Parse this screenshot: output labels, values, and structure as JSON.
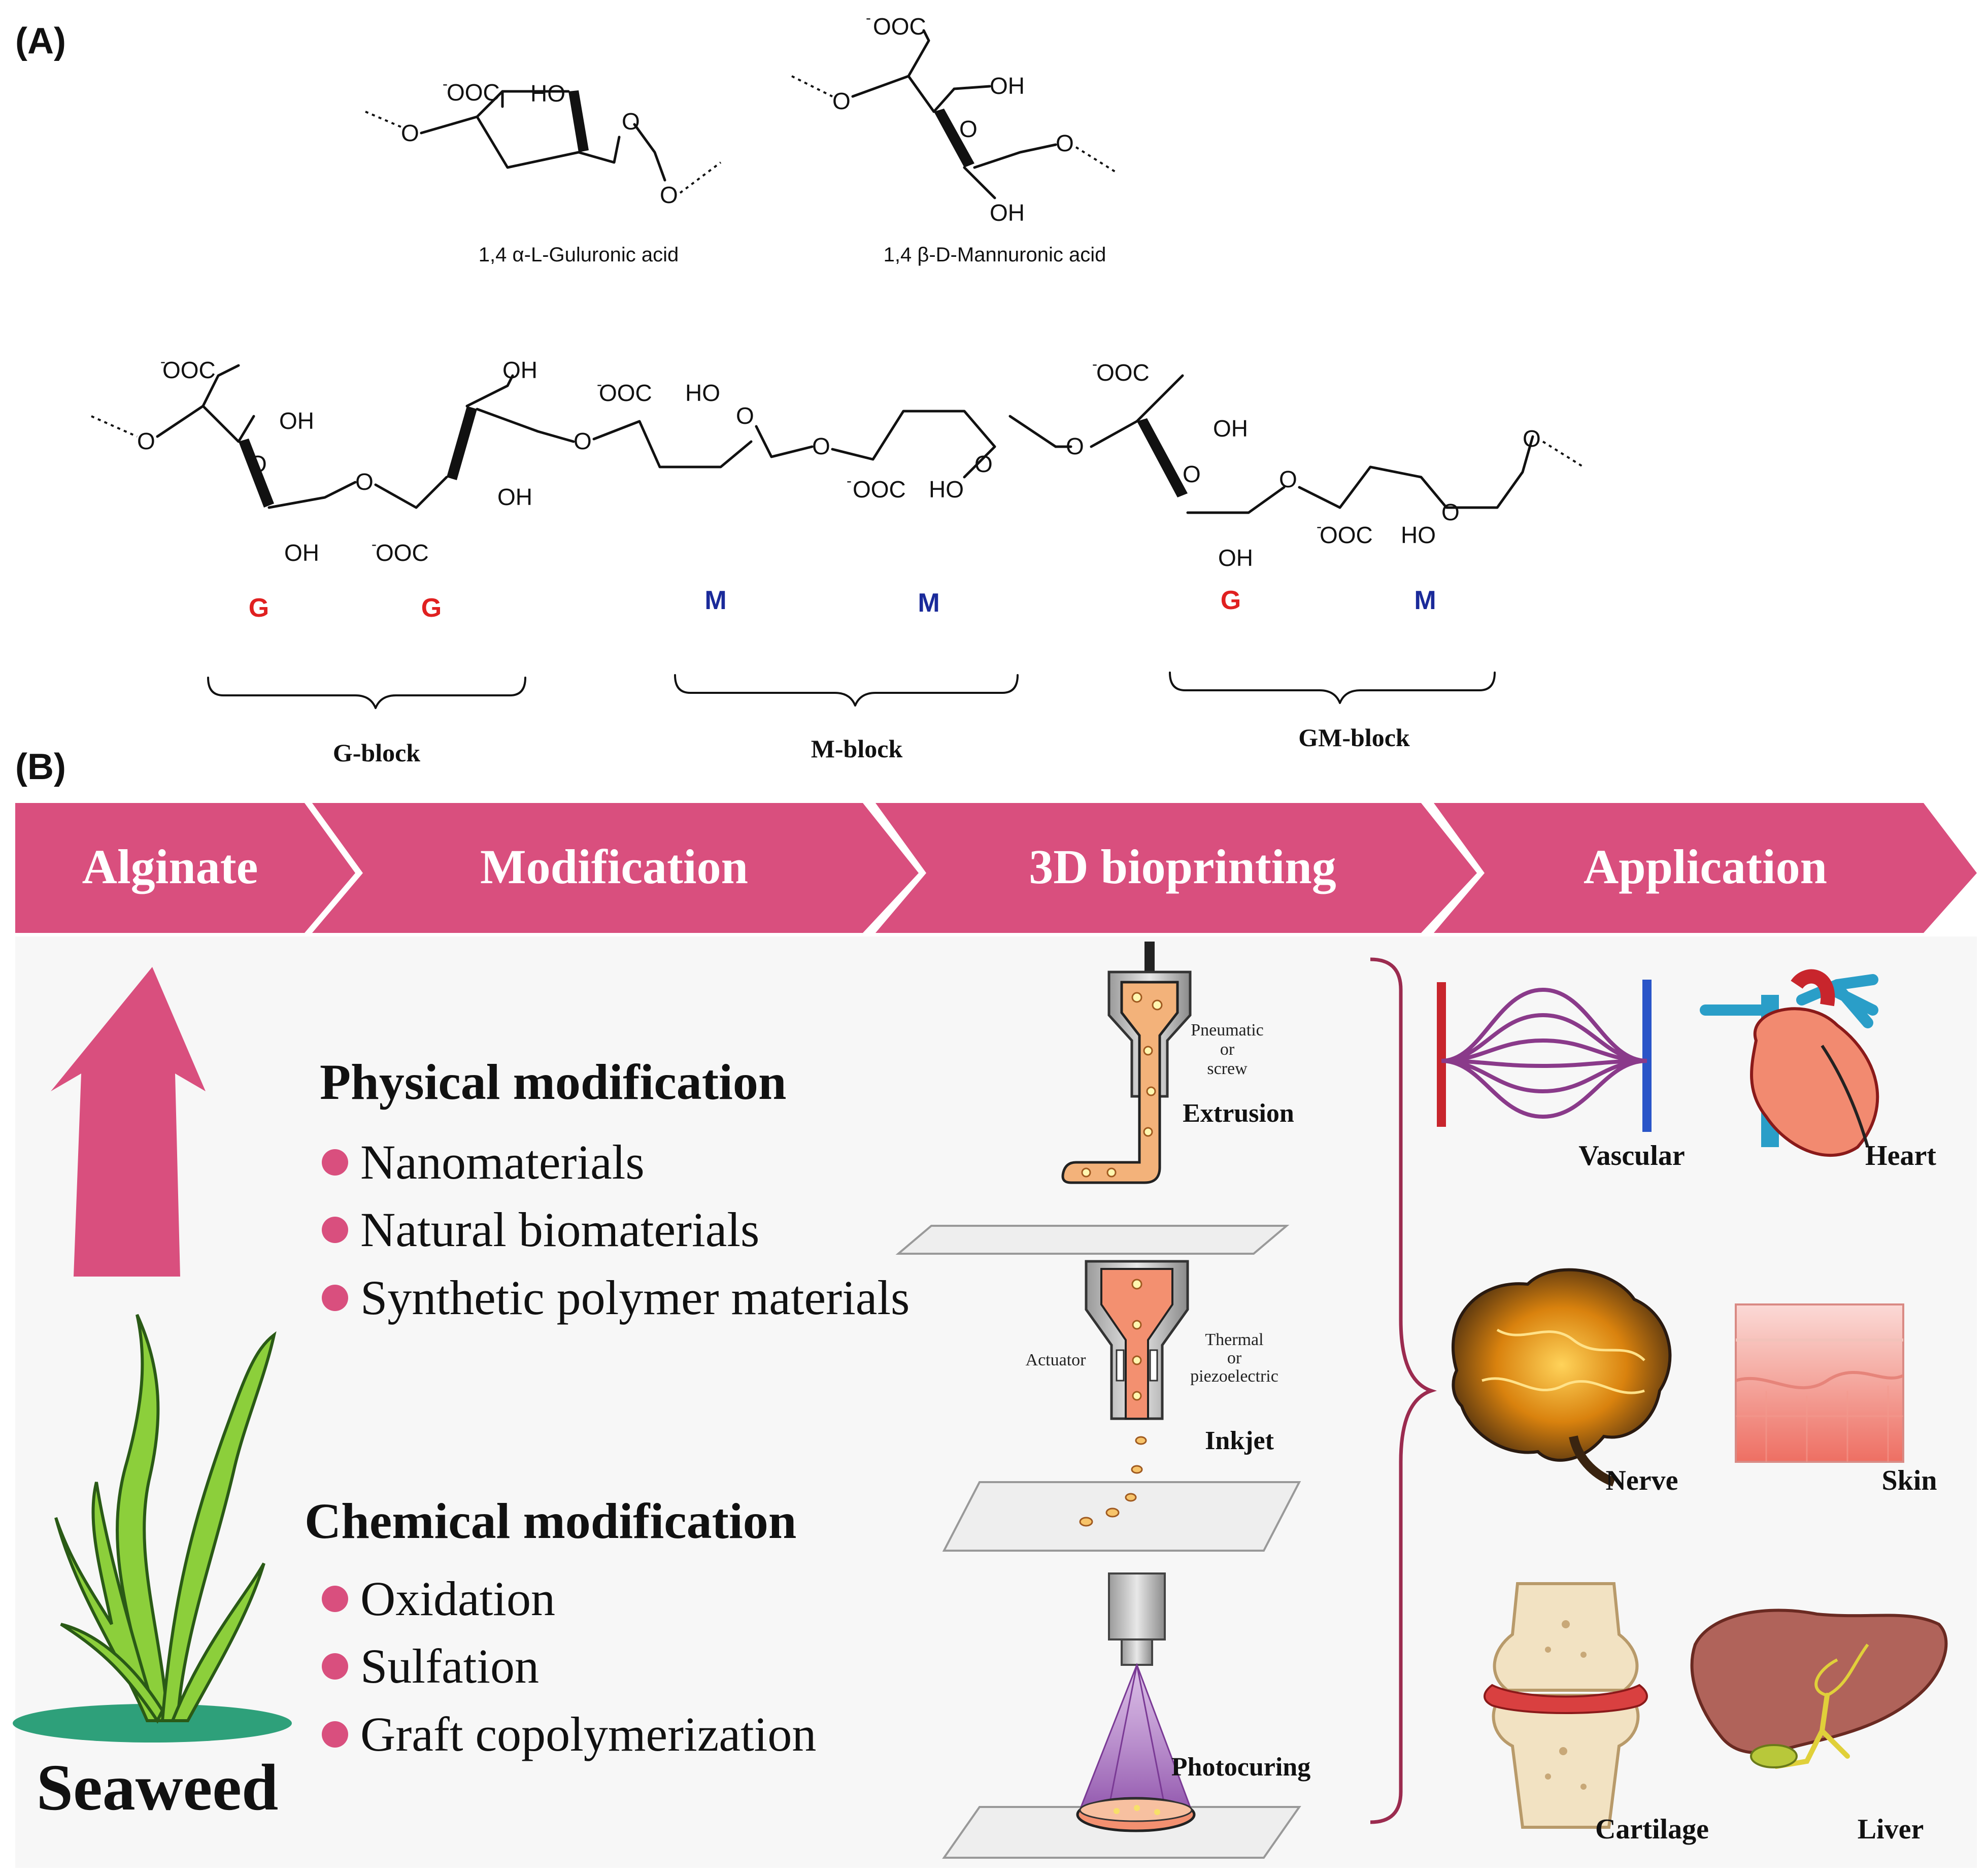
{
  "panel_a": {
    "label": "(A)",
    "monomer_g": {
      "name": "1,4 α-L-Guluronic acid",
      "color": "#1a2a9a"
    },
    "monomer_m": {
      "name": "1,4 β-D-Mannuronic acid",
      "color": "#e02020"
    },
    "atoms": {
      "coo": "OOC",
      "coo_charge": "-",
      "oh": "OH",
      "ho": "HO",
      "o": "O"
    },
    "units": [
      "G",
      "G",
      "M",
      "M",
      "G",
      "M"
    ],
    "blocks": [
      "G-block",
      "M-block",
      "GM-block"
    ]
  },
  "panel_b": {
    "label": "(B)",
    "chevrons": [
      "Alginate",
      "Modification",
      "3D bioprinting",
      "Application"
    ],
    "chevron_color": "#d94f7e",
    "source_label": "Seaweed",
    "physical": {
      "title": "Physical modification",
      "items": [
        "Nanomaterials",
        "Natural biomaterials",
        "Synthetic polymer materials"
      ]
    },
    "chemical": {
      "title": "Chemical modification",
      "items": [
        "Oxidation",
        "Sulfation",
        "Graft copolymerization"
      ]
    },
    "bioprinting": {
      "extrusion": {
        "title": "Extrusion",
        "note": [
          "Pneumatic",
          "or",
          "screw"
        ]
      },
      "inkjet": {
        "title": "Inkjet",
        "left_note": "Actuator",
        "note": [
          "Thermal",
          "or",
          "piezoelectric"
        ]
      },
      "photocuring": {
        "title": "Photocuring"
      }
    },
    "applications": [
      "Vascular",
      "Heart",
      "Nerve",
      "Skin",
      "Cartilage",
      "Liver"
    ]
  }
}
